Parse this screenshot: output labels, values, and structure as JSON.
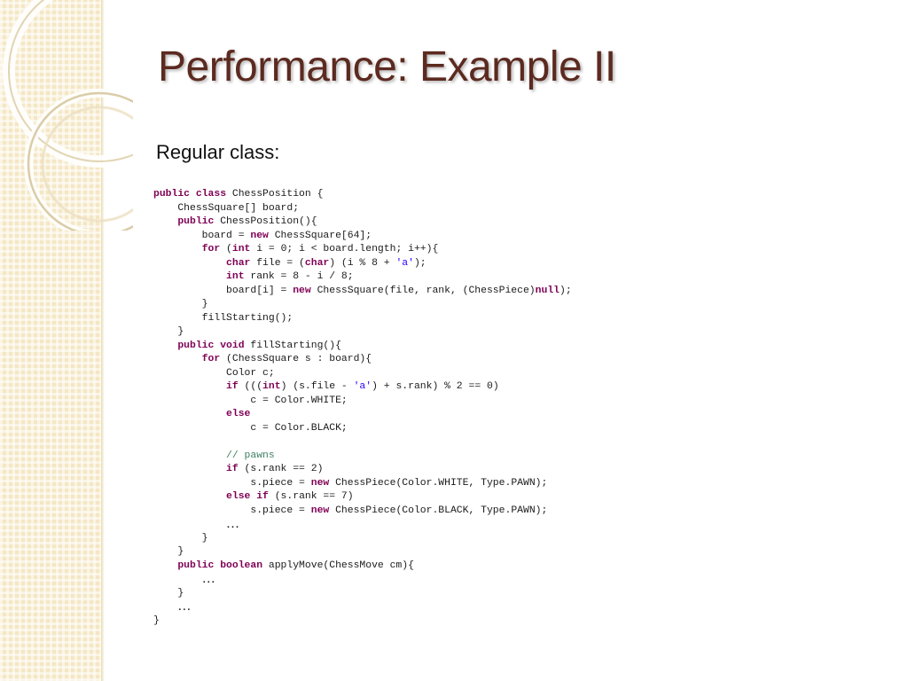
{
  "slide": {
    "title": "Performance: Example II",
    "subtitle": "Regular class:"
  },
  "colors": {
    "title": "#5c2a20",
    "keyword": "#7f0055",
    "string": "#2a00ff",
    "comment": "#3f7f5f",
    "sidebar": "#f4e7c4"
  },
  "decor": {
    "icon": "concentric-rings-decoration"
  },
  "code_lines": [
    [
      [
        "kw",
        "public class"
      ],
      [
        "txt",
        " ChessPosition {"
      ]
    ],
    [
      [
        "txt",
        "    ChessSquare[] board;"
      ]
    ],
    [
      [
        "txt",
        "    "
      ],
      [
        "kw",
        "public"
      ],
      [
        "txt",
        " ChessPosition(){"
      ]
    ],
    [
      [
        "txt",
        "        board = "
      ],
      [
        "kw",
        "new"
      ],
      [
        "txt",
        " ChessSquare[64];"
      ]
    ],
    [
      [
        "txt",
        "        "
      ],
      [
        "kw",
        "for"
      ],
      [
        "txt",
        " ("
      ],
      [
        "kw",
        "int"
      ],
      [
        "txt",
        " i = 0; i < board.length; i++){"
      ]
    ],
    [
      [
        "txt",
        "            "
      ],
      [
        "kw",
        "char"
      ],
      [
        "txt",
        " file = ("
      ],
      [
        "kw",
        "char"
      ],
      [
        "txt",
        ") (i % 8 + "
      ],
      [
        "str",
        "'a'"
      ],
      [
        "txt",
        ");"
      ]
    ],
    [
      [
        "txt",
        "            "
      ],
      [
        "kw",
        "int"
      ],
      [
        "txt",
        " rank = 8 - i / 8;"
      ]
    ],
    [
      [
        "txt",
        "            board[i] = "
      ],
      [
        "kw",
        "new"
      ],
      [
        "txt",
        " ChessSquare(file, rank, (ChessPiece)"
      ],
      [
        "kw",
        "null"
      ],
      [
        "txt",
        ");"
      ]
    ],
    [
      [
        "txt",
        "        }"
      ]
    ],
    [
      [
        "txt",
        "        fillStarting();"
      ]
    ],
    [
      [
        "txt",
        "    }"
      ]
    ],
    [
      [
        "txt",
        "    "
      ],
      [
        "kw",
        "public void"
      ],
      [
        "txt",
        " fillStarting(){"
      ]
    ],
    [
      [
        "txt",
        "        "
      ],
      [
        "kw",
        "for"
      ],
      [
        "txt",
        " (ChessSquare s : board){"
      ]
    ],
    [
      [
        "txt",
        "            Color c;"
      ]
    ],
    [
      [
        "txt",
        "            "
      ],
      [
        "kw",
        "if"
      ],
      [
        "txt",
        " ((("
      ],
      [
        "kw",
        "int"
      ],
      [
        "txt",
        ") (s.file - "
      ],
      [
        "str",
        "'a'"
      ],
      [
        "txt",
        ") + s.rank) % 2 == 0)"
      ]
    ],
    [
      [
        "txt",
        "                c = Color.WHITE;"
      ]
    ],
    [
      [
        "txt",
        "            "
      ],
      [
        "kw",
        "else"
      ]
    ],
    [
      [
        "txt",
        "                c = Color.BLACK;"
      ]
    ],
    [],
    [
      [
        "txt",
        "            "
      ],
      [
        "cmt",
        "// pawns"
      ]
    ],
    [
      [
        "txt",
        "            "
      ],
      [
        "kw",
        "if"
      ],
      [
        "txt",
        " (s.rank == 2)"
      ]
    ],
    [
      [
        "txt",
        "                s.piece = "
      ],
      [
        "kw",
        "new"
      ],
      [
        "txt",
        " ChessPiece(Color.WHITE, Type.PAWN);"
      ]
    ],
    [
      [
        "txt",
        "            "
      ],
      [
        "kw",
        "else if"
      ],
      [
        "txt",
        " (s.rank == 7)"
      ]
    ],
    [
      [
        "txt",
        "                s.piece = "
      ],
      [
        "kw",
        "new"
      ],
      [
        "txt",
        " ChessPiece(Color.BLACK, Type.PAWN);"
      ]
    ],
    [
      [
        "txt",
        "            "
      ],
      [
        "ell",
        "…"
      ]
    ],
    [
      [
        "txt",
        "        }"
      ]
    ],
    [
      [
        "txt",
        "    }"
      ]
    ],
    [
      [
        "txt",
        "    "
      ],
      [
        "kw",
        "public boolean"
      ],
      [
        "txt",
        " applyMove(ChessMove cm){"
      ]
    ],
    [
      [
        "txt",
        "        "
      ],
      [
        "ell",
        "…"
      ]
    ],
    [
      [
        "txt",
        "    }"
      ]
    ],
    [
      [
        "txt",
        "    "
      ],
      [
        "ell",
        "…"
      ]
    ],
    [
      [
        "txt",
        "}"
      ]
    ]
  ]
}
